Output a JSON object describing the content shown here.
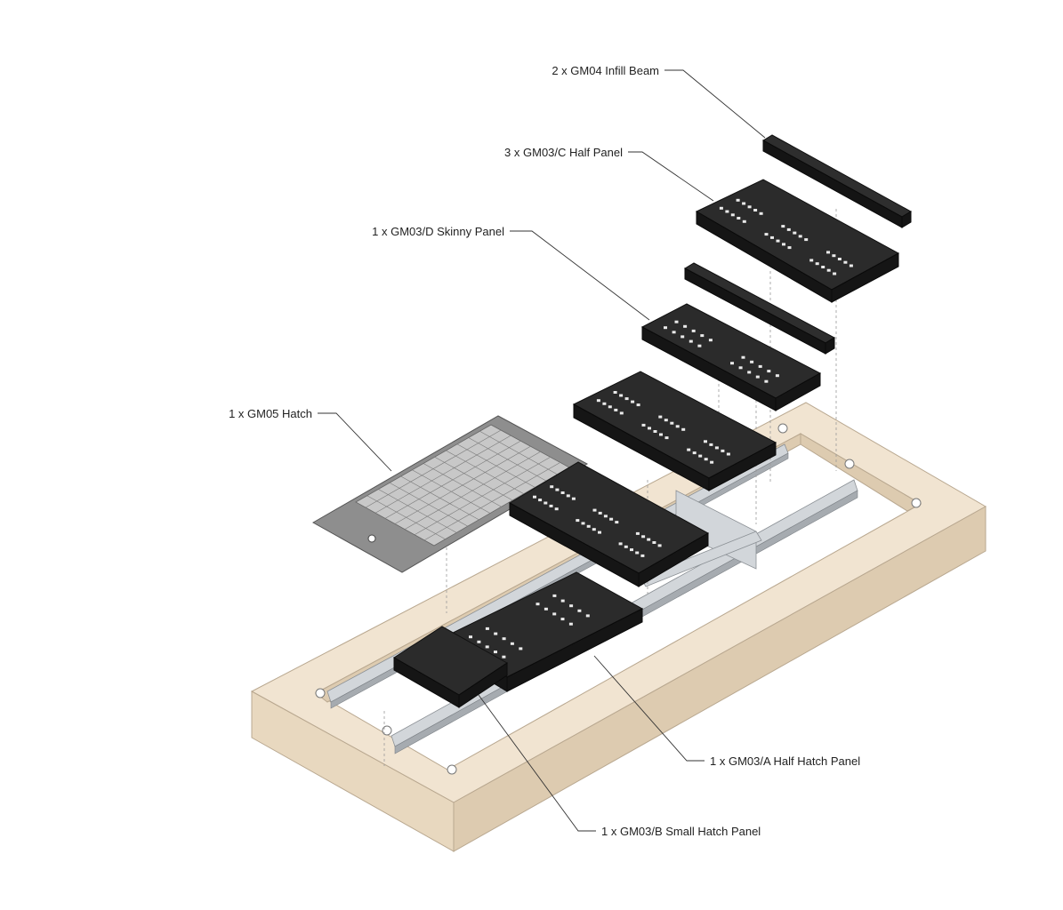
{
  "diagram": {
    "callouts": [
      {
        "id": "gm04",
        "label": "2 x GM04 Infill Beam"
      },
      {
        "id": "gm03c",
        "label": "3 x GM03/C Half Panel"
      },
      {
        "id": "gm03d",
        "label": "1 x GM03/D Skinny Panel"
      },
      {
        "id": "gm05",
        "label": "1 x GM05 Hatch"
      },
      {
        "id": "gm03a",
        "label": "1 x GM03/A Half Hatch Panel"
      },
      {
        "id": "gm03b",
        "label": "1 x GM03/B Small Hatch Panel"
      }
    ]
  },
  "colors": {
    "frame": "#e8d8bf",
    "panel": "#2b2b2b",
    "rail": "#d2d6da",
    "hatch": "#8e8e8e"
  }
}
